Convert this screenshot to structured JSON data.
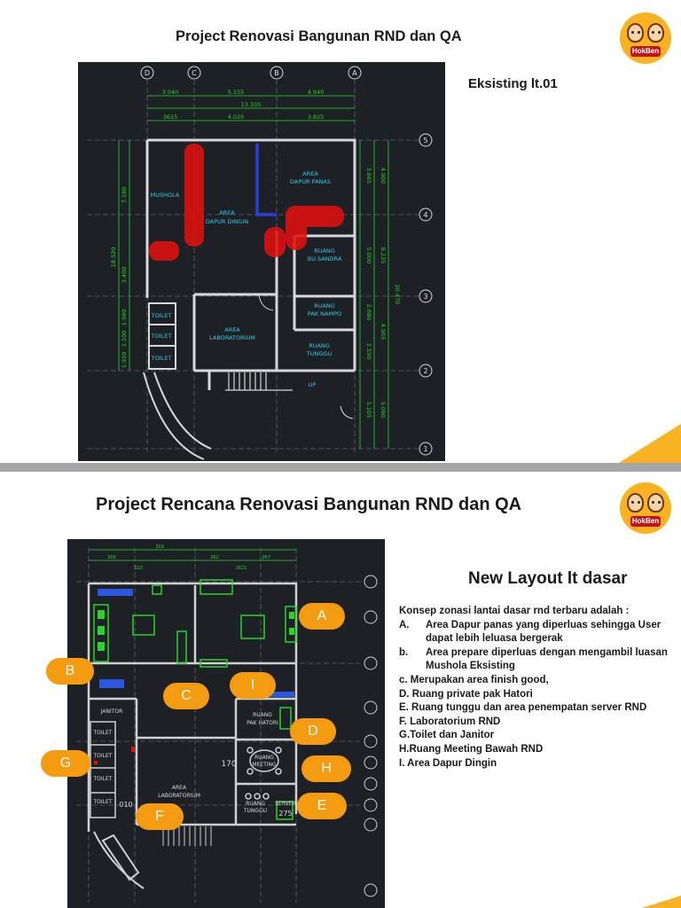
{
  "slide1": {
    "title": "Project Renovasi  Bangunan RND dan QA",
    "subtitle": "Eksisting lt.01",
    "plan": {
      "grid_top": [
        "D",
        "C",
        "B",
        "A"
      ],
      "grid_right": [
        "5",
        "4",
        "3",
        "2",
        "1"
      ],
      "dim_top": [
        "3.040",
        "5.155",
        "4.940",
        "13.335",
        "3615",
        "4.020",
        "3.825"
      ],
      "dim_left": [
        "7.180",
        "18.520",
        "3.400",
        "1.980",
        "1.100",
        "1.920"
      ],
      "dim_right_inner": [
        "3.665",
        "5.000",
        "2.680",
        "2.550",
        "5.105"
      ],
      "dim_right_outer": [
        "4.900",
        "8.235",
        "20.470",
        "4.905",
        "5.060"
      ],
      "rooms": [
        "MUSHOLA",
        "AREA",
        "DAPUR DINGIN",
        "AREA",
        "DAPUR PANAS",
        "RUANG",
        "BU SANDRA",
        "RUANG",
        "PAK NAMPO",
        "AREA",
        "LABORATORIUM",
        "RUANG",
        "TUNGGU",
        "TOILET",
        "TOILET",
        "TOILET",
        "UP"
      ]
    }
  },
  "slide2": {
    "title": "Project Rencana Renovasi  Bangunan RND dan QA",
    "subtitle": "New Layout lt dasar",
    "plan": {
      "dims": [
        "319",
        "300",
        "313",
        "262",
        "267",
        "1621"
      ],
      "rooms": [
        "JANITOR",
        "TOILET",
        "TOILET",
        "TOILET",
        "TOILET",
        "RUANG",
        "PAK HATORI",
        "RUANG",
        "MEETING",
        "AREA",
        "LABORATORIUM",
        "RUANG",
        "TUNGGU",
        "SERVER",
        "170",
        "010",
        "275"
      ]
    },
    "markers": [
      "A",
      "B",
      "C",
      "I",
      "D",
      "G",
      "H",
      "F",
      "E"
    ],
    "concept": {
      "intro": "Konsep zonasi lantai dasar rnd terbaru adalah :",
      "a_label": "A.",
      "a_line1": "Area Dapur panas yang diperluas sehingga User",
      "a_line2": "dapat lebih leluasa bergerak",
      "b_label": "b.",
      "b_text": "Area prepare diperluas dengan mengambil luasan Mushola Eksisting",
      "c": "c. Merupakan area finish good,",
      "d": "D. Ruang private pak Hatori",
      "e": "E. Ruang tunggu dan area penempatan server RND",
      "f": "F. Laboratorium RND",
      "g": "G.Toilet dan Janitor",
      "h": "H.Ruang Meeting Bawah RND",
      "i": "I. Area Dapur Dingin"
    }
  },
  "brand": {
    "logo_text": "HokBen"
  },
  "colors": {
    "accent": "#f9b322",
    "marker": "#f39c12",
    "cad_bg": "#1d2126",
    "dim_green": "#2bd42b",
    "label_cyan": "#35c9e6",
    "red_zone": "#e01010"
  }
}
